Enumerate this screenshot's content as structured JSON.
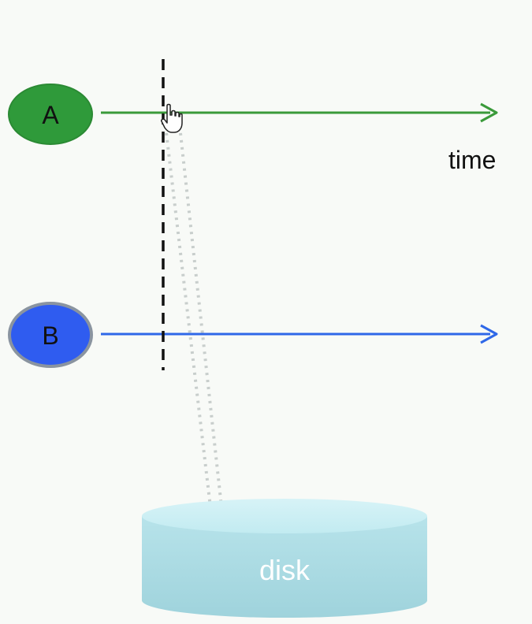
{
  "nodes": [
    {
      "id": "A",
      "label": "A",
      "fill": "#2f9a3a",
      "stroke": "#2b8a34"
    },
    {
      "id": "B",
      "label": "B",
      "fill": "#2f5cf0",
      "stroke": "#8a94a0"
    }
  ],
  "timelines": {
    "a_color": "#3a9a3a",
    "b_color": "#2f68e8",
    "axis_label": "time"
  },
  "snapshot_line_color": "#111111",
  "disk": {
    "label": "disk",
    "top_color": "#c9eef3",
    "body_color": "#a9dbe3"
  }
}
